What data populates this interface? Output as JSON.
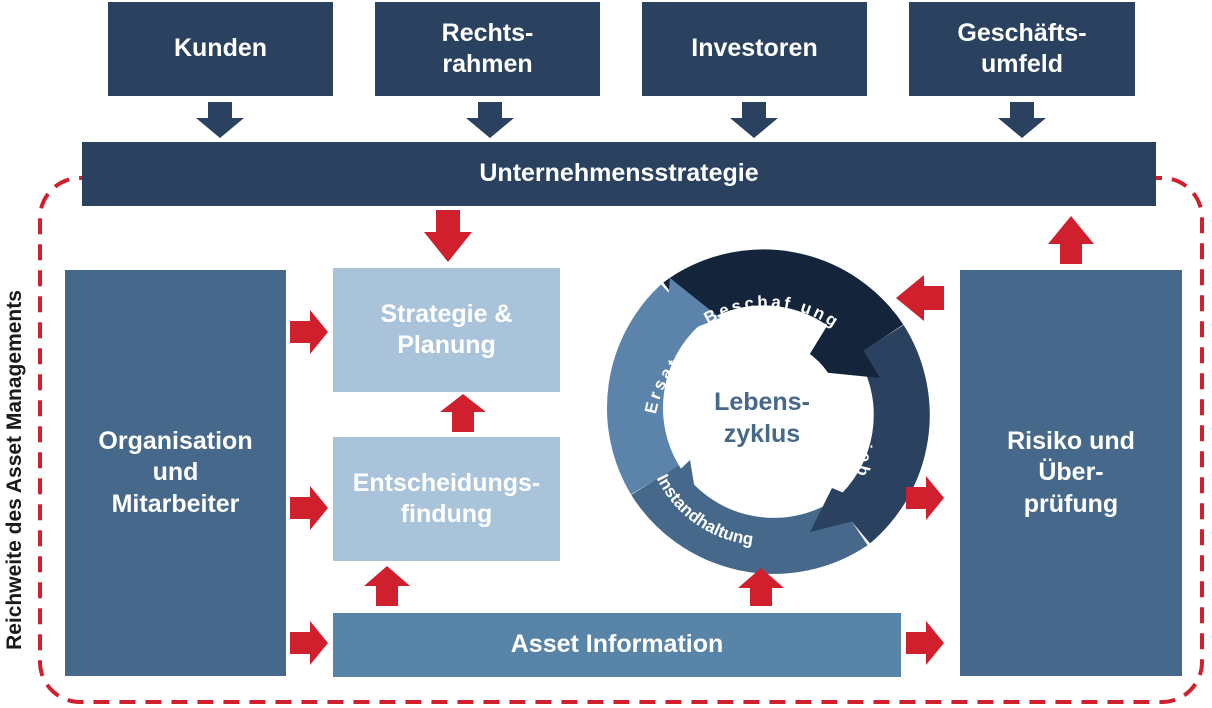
{
  "top_boxes": [
    {
      "label": "Kunden"
    },
    {
      "label": "Rechts-\nrahmen"
    },
    {
      "label": "Investoren"
    },
    {
      "label": "Geschäfts-\numfeld"
    }
  ],
  "strategy_bar": {
    "label": "Unternehmensstrategie"
  },
  "scope_label": "Reichweite des Asset Managements",
  "left_box": {
    "label": "Organisation\nund\nMitarbeiter"
  },
  "planning_box": {
    "label": "Strategie &\nPlanung"
  },
  "decision_box": {
    "label": "Entscheidungs-\nfindung"
  },
  "info_bar": {
    "label": "Asset Information"
  },
  "right_box": {
    "label": "Risiko und\nÜber-\nprüfung"
  },
  "lifecycle": {
    "center": "Lebens-\nzyklus",
    "segments": [
      "Beschaf ung",
      "Betrieb",
      "Instandhaltung",
      "Ersatz"
    ]
  },
  "colors": {
    "dark_navy": "#2a4260",
    "red_accent": "#d0202e",
    "mid_blue": "#46688a",
    "light_blue": "#a9c4da"
  }
}
